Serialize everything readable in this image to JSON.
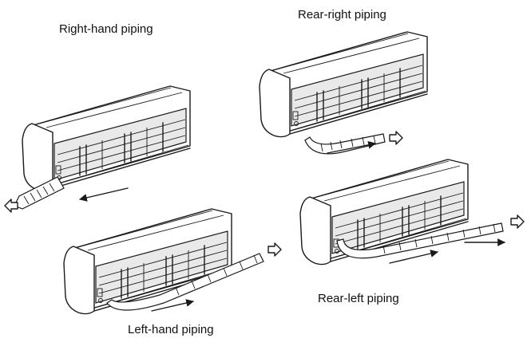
{
  "labels": {
    "right_hand": "Right-hand piping",
    "rear_right": "Rear-right piping",
    "left_hand": "Left-hand piping",
    "rear_left": "Rear-left piping"
  },
  "figures": [
    {
      "key": "right_hand",
      "icon": "indoor-unit-illustration",
      "pipe_direction": "left"
    },
    {
      "key": "rear_right",
      "icon": "indoor-unit-illustration",
      "pipe_direction": "right"
    },
    {
      "key": "left_hand",
      "icon": "indoor-unit-illustration",
      "pipe_direction": "right"
    },
    {
      "key": "rear_left",
      "icon": "indoor-unit-illustration",
      "pipe_direction": "right"
    }
  ],
  "colors": {
    "line": "#1a1a1a",
    "background": "#ffffff"
  }
}
